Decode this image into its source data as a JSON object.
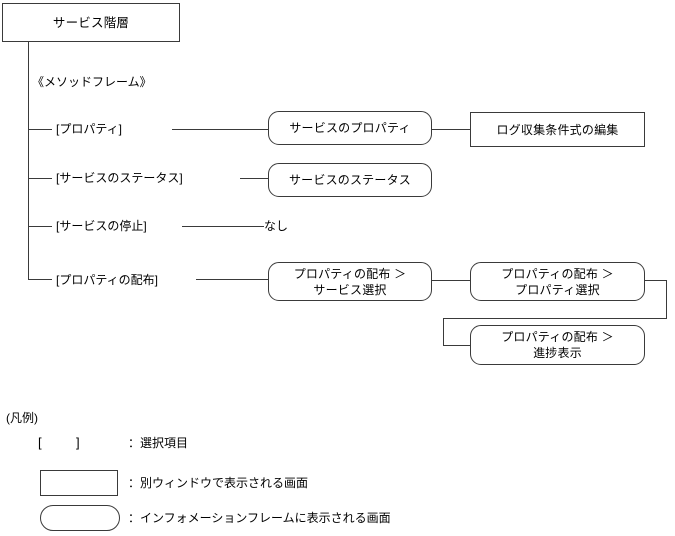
{
  "diagram": {
    "title_box": {
      "label": "サービス階層"
    },
    "frame_label": "《メソッドフレーム》",
    "menu_items": [
      {
        "label": "[プロパティ]"
      },
      {
        "label": "[サービスのステータス]"
      },
      {
        "label": "[サービスの停止]"
      },
      {
        "label": "[プロパティの配布]"
      }
    ],
    "none_label": "なし",
    "screens": {
      "service_property": "サービスのプロパティ",
      "log_condition_edit": "ログ収集条件式の編集",
      "service_status": "サービスのステータス",
      "dist_service_select": "プロパティの配布 ＞\nサービス選択",
      "dist_property_select": "プロパティの配布 ＞\nプロパティ選択",
      "dist_progress": "プロパティの配布 ＞\n進捗表示"
    }
  },
  "legend": {
    "title": "(凡例)",
    "bracket_left": "[",
    "bracket_right": "]",
    "rows": [
      {
        "desc": "：選択項目"
      },
      {
        "desc": "：別ウィンドウで表示される画面"
      },
      {
        "desc": "：インフォメーションフレームに表示される画面"
      }
    ]
  },
  "colors": {
    "stroke": "#3a3a3a",
    "text": "#000000",
    "background": "#ffffff"
  }
}
